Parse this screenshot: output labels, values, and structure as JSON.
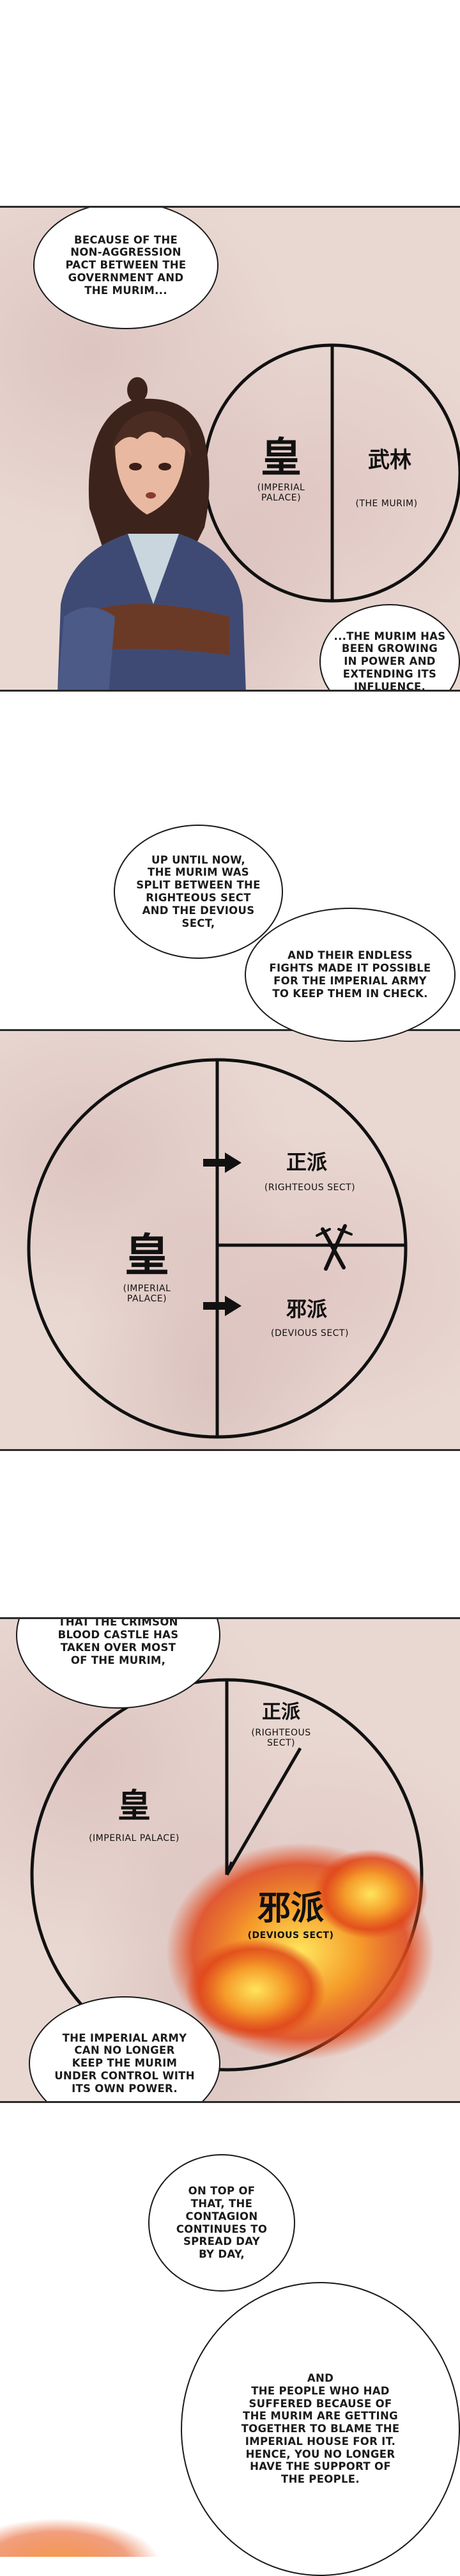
{
  "panel1": {
    "bubble_top": "BECAUSE OF THE\nNON-AGGRESSION\nPACT BETWEEN THE\nGOVERNMENT AND\nTHE MURIM...",
    "left_char": "皇",
    "left_caption": "(IMPERIAL\nPALACE)",
    "right_char": "武林",
    "right_caption": "(THE MURIM)",
    "bubble_bottom": "...THE MURIM HAS\nBEEN GROWING\nIN POWER AND\nEXTENDING ITS\nINFLUENCE."
  },
  "interlude1": {
    "bubble_a": "UP UNTIL NOW,\nTHE MURIM WAS\nSPLIT BETWEEN THE\nRIGHTEOUS SECT\nAND THE DEVIOUS\nSECT,",
    "bubble_b": "AND THEIR ENDLESS\nFIGHTS MADE IT POSSIBLE\nFOR THE IMPERIAL ARMY\nTO KEEP THEM IN CHECK."
  },
  "panel2": {
    "left_char": "皇",
    "left_caption": "(IMPERIAL\nPALACE)",
    "top_char": "正派",
    "top_caption": "(RIGHTEOUS SECT)",
    "bottom_char": "邪派",
    "bottom_caption": "(DEVIOUS SECT)"
  },
  "panel3": {
    "bubble_top": "BUT NOW\nTHAT THE CRIMSON\nBLOOD CASTLE HAS\nTAKEN OVER MOST\nOF THE MURIM,",
    "left_char": "皇",
    "left_caption": "(IMPERIAL PALACE)",
    "top_char": "正派",
    "top_caption": "(RIGHTEOUS\nSECT)",
    "bottom_char": "邪派",
    "bottom_caption": "(DEVIOUS SECT)",
    "bubble_bottom": "THE IMPERIAL ARMY\nCAN NO LONGER\nKEEP THE MURIM\nUNDER CONTROL WITH\nITS OWN POWER."
  },
  "interlude2": {
    "bubble_a": "ON TOP OF\nTHAT, THE\nCONTAGION\nCONTINUES TO\nSPREAD DAY\nBY DAY,",
    "bubble_b": "AND\nTHE PEOPLE WHO HAD\nSUFFERED BECAUSE OF\nTHE MURIM ARE GETTING\nTOGETHER TO BLAME THE\nIMPERIAL HOUSE FOR IT.\nHENCE, YOU NO LONGER\nHAVE THE SUPPORT OF\nTHE PEOPLE."
  },
  "colors": {
    "paper": "#e9d8d2",
    "ink": "#1a1a1a",
    "fire": "#f2661c"
  }
}
